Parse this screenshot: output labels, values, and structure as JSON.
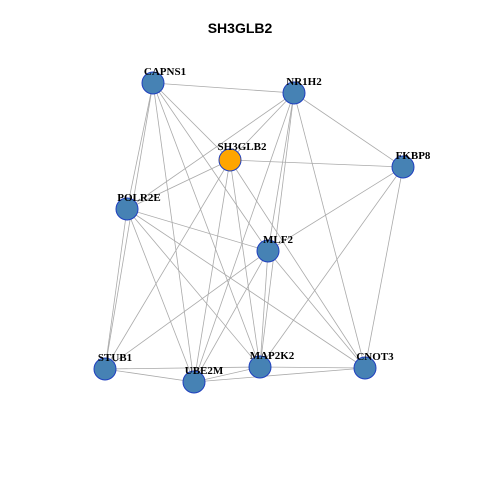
{
  "title": "SH3GLB2",
  "colors": {
    "default_node": "#4682B4",
    "default_border": "#1F3FBF",
    "highlight_node": "#FFA500",
    "highlight_border": "#1F3FBF",
    "edge": "#AAAAAA",
    "label": "#000000"
  },
  "nodes": [
    {
      "id": "CAPNS1",
      "label": "CAPNS1",
      "highlight": false
    },
    {
      "id": "NR1H2",
      "label": "NR1H2",
      "highlight": false
    },
    {
      "id": "SH3GLB2",
      "label": "SH3GLB2",
      "highlight": true
    },
    {
      "id": "FKBP8",
      "label": "FKBP8",
      "highlight": false
    },
    {
      "id": "POLR2E",
      "label": "POLR2E",
      "highlight": false
    },
    {
      "id": "MLF2",
      "label": "MLF2",
      "highlight": false
    },
    {
      "id": "STUB1",
      "label": "STUB1",
      "highlight": false
    },
    {
      "id": "UBE2M",
      "label": "UBE2M",
      "highlight": false
    },
    {
      "id": "MAP2K2",
      "label": "MAP2K2",
      "highlight": false
    },
    {
      "id": "CNOT3",
      "label": "CNOT3",
      "highlight": false
    }
  ],
  "edges": [
    [
      "CAPNS1",
      "NR1H2"
    ],
    [
      "CAPNS1",
      "SH3GLB2"
    ],
    [
      "CAPNS1",
      "POLR2E"
    ],
    [
      "CAPNS1",
      "MLF2"
    ],
    [
      "CAPNS1",
      "STUB1"
    ],
    [
      "CAPNS1",
      "UBE2M"
    ],
    [
      "CAPNS1",
      "MAP2K2"
    ],
    [
      "NR1H2",
      "SH3GLB2"
    ],
    [
      "NR1H2",
      "FKBP8"
    ],
    [
      "NR1H2",
      "POLR2E"
    ],
    [
      "NR1H2",
      "MLF2"
    ],
    [
      "NR1H2",
      "UBE2M"
    ],
    [
      "NR1H2",
      "MAP2K2"
    ],
    [
      "NR1H2",
      "CNOT3"
    ],
    [
      "SH3GLB2",
      "FKBP8"
    ],
    [
      "SH3GLB2",
      "POLR2E"
    ],
    [
      "SH3GLB2",
      "STUB1"
    ],
    [
      "SH3GLB2",
      "UBE2M"
    ],
    [
      "SH3GLB2",
      "MAP2K2"
    ],
    [
      "SH3GLB2",
      "CNOT3"
    ],
    [
      "FKBP8",
      "MLF2"
    ],
    [
      "FKBP8",
      "MAP2K2"
    ],
    [
      "FKBP8",
      "CNOT3"
    ],
    [
      "POLR2E",
      "MLF2"
    ],
    [
      "POLR2E",
      "STUB1"
    ],
    [
      "POLR2E",
      "UBE2M"
    ],
    [
      "POLR2E",
      "MAP2K2"
    ],
    [
      "POLR2E",
      "CNOT3"
    ],
    [
      "MLF2",
      "STUB1"
    ],
    [
      "MLF2",
      "UBE2M"
    ],
    [
      "MLF2",
      "MAP2K2"
    ],
    [
      "MLF2",
      "CNOT3"
    ],
    [
      "STUB1",
      "UBE2M"
    ],
    [
      "STUB1",
      "MAP2K2"
    ],
    [
      "UBE2M",
      "MAP2K2"
    ],
    [
      "UBE2M",
      "CNOT3"
    ],
    [
      "MAP2K2",
      "CNOT3"
    ]
  ]
}
